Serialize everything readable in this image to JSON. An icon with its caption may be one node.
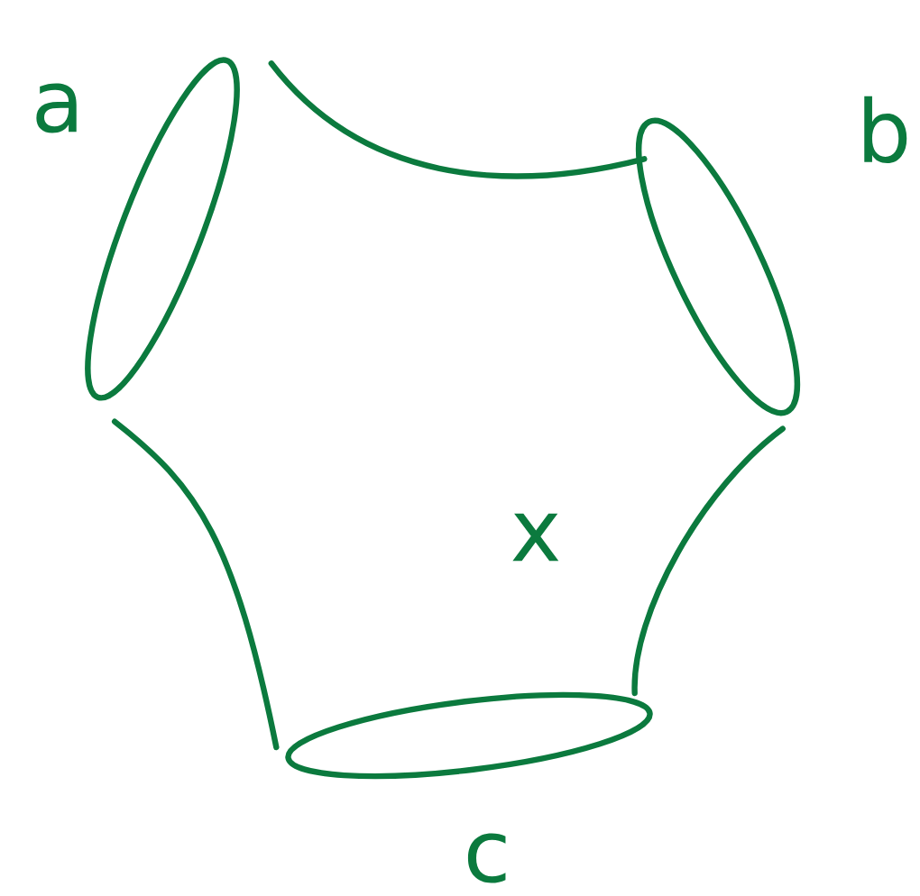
{
  "diagram": {
    "nodes": [
      {
        "text": [],
        "shape": "ellipse",
        "beside": [
          "a"
        ]
      },
      {
        "text": [],
        "shape": "ellipse",
        "beside": [
          "b"
        ]
      },
      {
        "text": [],
        "shape": "ellipse",
        "beside": [
          "c"
        ]
      }
    ],
    "edges": [
      {
        "from": 0,
        "to": 1,
        "arrow": "none"
      },
      {
        "from": 0,
        "to": 2,
        "arrow": "none"
      },
      {
        "from": 1,
        "to": 2,
        "arrow": "none"
      }
    ],
    "labels": [
      "x"
    ]
  }
}
